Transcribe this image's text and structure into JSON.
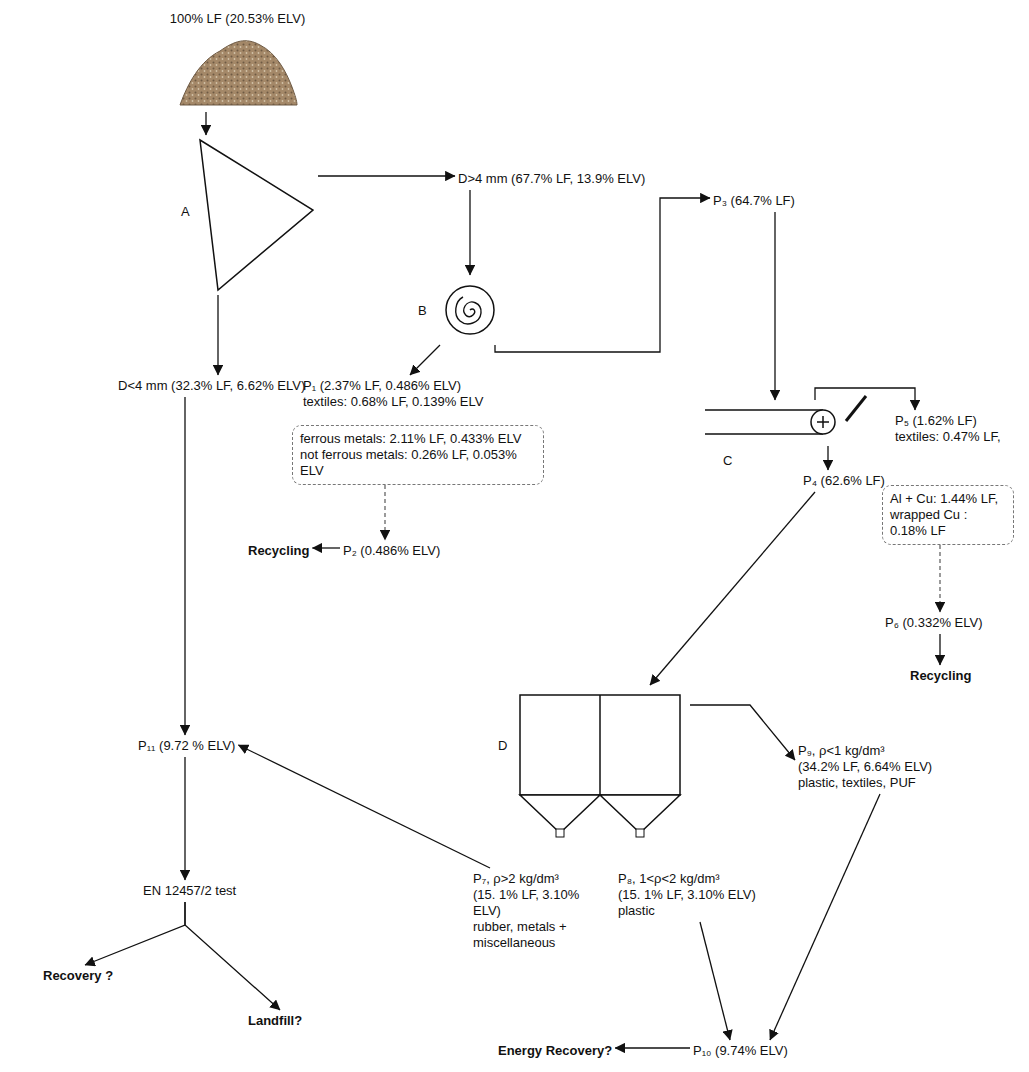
{
  "diagram": {
    "nodes": [
      {
        "text": [
          "100% LF (20.53% ELV)"
        ]
      },
      {
        "text": [
          "A"
        ]
      },
      {
        "text": [
          "D>4 mm (67.7% LF, 13.9% ELV)"
        ]
      },
      {
        "text": [
          "B"
        ]
      },
      {
        "text": [
          "P₃ (64.7% LF)"
        ]
      },
      {
        "text": [
          "D<4 mm (32.3% LF, 6.62% ELV)"
        ]
      },
      {
        "text": [
          "P₁ (2.37% LF, 0.486% ELV)",
          "textiles: 0.68% LF, 0.139% ELV"
        ]
      },
      {
        "text": [
          "ferrous metals: 2.11% LF, 0.433% ELV",
          "not ferrous metals: 0.26% LF, 0.053% ELV"
        ]
      },
      {
        "text": [
          "C"
        ]
      },
      {
        "text": [
          "P₄ (62.6% LF)"
        ]
      },
      {
        "text": [
          "P₅ (1.62% LF)",
          "textiles: 0.47% LF,"
        ]
      },
      {
        "text": [
          "Al + Cu: 1.44% LF,",
          "wrapped Cu : 0.18% LF"
        ]
      },
      {
        "text": [
          "P₂ (0.486% ELV)"
        ]
      },
      {
        "text": [
          "Recycling"
        ]
      },
      {
        "text": [
          "P₆ (0.332% ELV)"
        ]
      },
      {
        "text": [
          "Recycling"
        ]
      },
      {
        "text": [
          "P₁₁ (9.72 % ELV)"
        ]
      },
      {
        "text": [
          "D"
        ]
      },
      {
        "text": [
          "P₉, ρ<1 kg/dm³",
          "(34.2% LF, 6.64% ELV)",
          "plastic, textiles, PUF"
        ]
      },
      {
        "text": [
          "EN 12457/2 test"
        ]
      },
      {
        "text": [
          "P₇, ρ>2 kg/dm³",
          "(15. 1% LF, 3.10% ELV)",
          "rubber, metals + miscellaneous"
        ]
      },
      {
        "text": [
          "P₈, 1<ρ<2 kg/dm³",
          "(15. 1% LF, 3.10% ELV)",
          "plastic"
        ]
      },
      {
        "text": [
          "Recovery ?"
        ]
      },
      {
        "text": [
          "Landfill?"
        ]
      },
      {
        "text": [
          "P₁₀ (9.74% ELV)"
        ]
      },
      {
        "text": [
          "Energy Recovery?"
        ]
      }
    ],
    "edges": [
      {
        "from": 0,
        "to": 1,
        "arrow": "to"
      },
      {
        "from": 1,
        "to": 2,
        "arrow": "to"
      },
      {
        "from": 1,
        "to": 5,
        "arrow": "to"
      },
      {
        "from": 2,
        "to": 3,
        "arrow": "to"
      },
      {
        "from": 3,
        "to": 4,
        "arrow": "to"
      },
      {
        "from": 3,
        "to": 6,
        "arrow": "to"
      },
      {
        "from": 7,
        "to": 12,
        "arrow": "to"
      },
      {
        "from": 12,
        "to": 13,
        "arrow": "to"
      },
      {
        "from": 4,
        "to": 8,
        "arrow": "to"
      },
      {
        "from": 8,
        "to": 9,
        "arrow": "to"
      },
      {
        "from": 8,
        "to": 10,
        "arrow": "to"
      },
      {
        "from": 11,
        "to": 14,
        "arrow": "to"
      },
      {
        "from": 14,
        "to": 15,
        "arrow": "to"
      },
      {
        "from": 5,
        "to": 16,
        "arrow": "to"
      },
      {
        "from": 9,
        "to": 17,
        "arrow": "to"
      },
      {
        "from": 17,
        "to": 18,
        "arrow": "to"
      },
      {
        "from": 20,
        "to": 16,
        "arrow": "to"
      },
      {
        "from": 16,
        "to": 19,
        "arrow": "to"
      },
      {
        "from": 19,
        "to": 22,
        "arrow": "to"
      },
      {
        "from": 19,
        "to": 23,
        "arrow": "to"
      },
      {
        "from": 21,
        "to": 24,
        "arrow": "to"
      },
      {
        "from": 18,
        "to": 24,
        "arrow": "to"
      },
      {
        "from": 24,
        "to": 25,
        "arrow": "to"
      }
    ]
  }
}
